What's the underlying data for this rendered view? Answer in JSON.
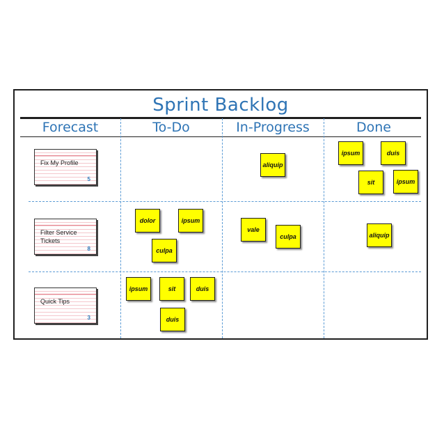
{
  "board": {
    "title": "Sprint Backlog",
    "columns": [
      "Forecast",
      "To-Do",
      "In-Progress",
      "Done"
    ],
    "stories": [
      {
        "title": "Fix My Profile",
        "points": "5"
      },
      {
        "title": "Filter Service Tickets",
        "points": "8"
      },
      {
        "title": "Quick Tips",
        "points": "3"
      }
    ],
    "notes": {
      "row1": {
        "todo": [],
        "inprogress": [
          "aliquip"
        ],
        "done": [
          "ipsum",
          "duis",
          "sit",
          "ipsum"
        ]
      },
      "row2": {
        "todo": [
          "dolor",
          "ipsum",
          "culpa"
        ],
        "inprogress": [
          "vale",
          "culpa"
        ],
        "done": [
          "aliquip"
        ]
      },
      "row3": {
        "todo": [
          "ipsum",
          "sit",
          "duis",
          "duis"
        ],
        "inprogress": [],
        "done": []
      }
    },
    "colors": {
      "title": "#2e74b5",
      "sticky": "#ffff00",
      "grid": "#5b9bd5"
    }
  }
}
